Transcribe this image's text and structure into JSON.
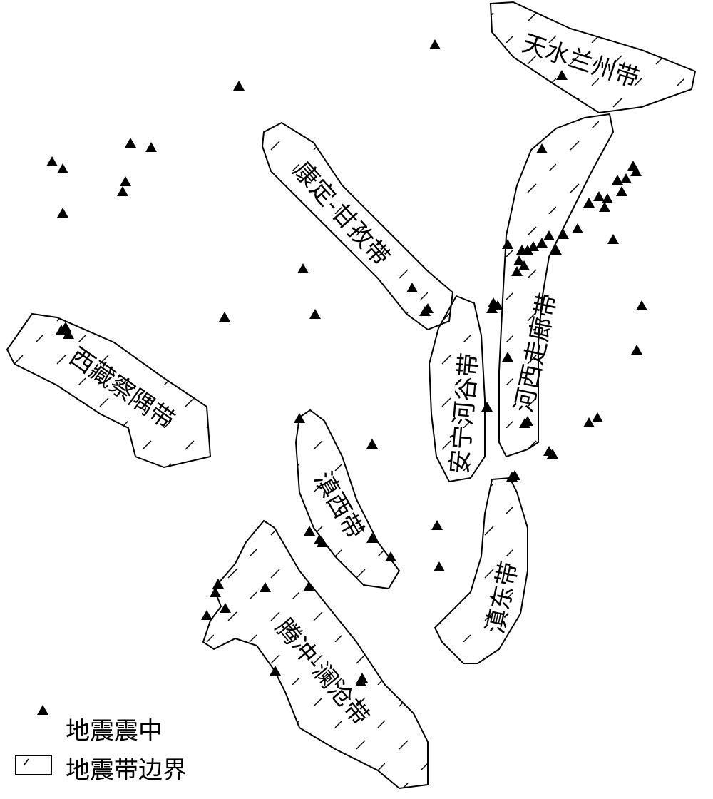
{
  "map": {
    "zones": [
      {
        "id": "tianshui",
        "label": "天水兰州带"
      },
      {
        "id": "kangding",
        "label": "康定-甘孜带"
      },
      {
        "id": "hexi",
        "label": "河西走廊带"
      },
      {
        "id": "anning",
        "label": "安宁河谷带"
      },
      {
        "id": "xizang",
        "label": "西藏察隅带"
      },
      {
        "id": "dianxi",
        "label": "滇西带"
      },
      {
        "id": "diandong",
        "label": "滇东带"
      },
      {
        "id": "tengchong",
        "label": "腾冲-澜沧带"
      }
    ],
    "colors": {
      "line": "#000000",
      "background": "#ffffff"
    }
  },
  "legend": {
    "epicenter_label": "地震震中",
    "zone_boundary_label": "地震带边界"
  }
}
